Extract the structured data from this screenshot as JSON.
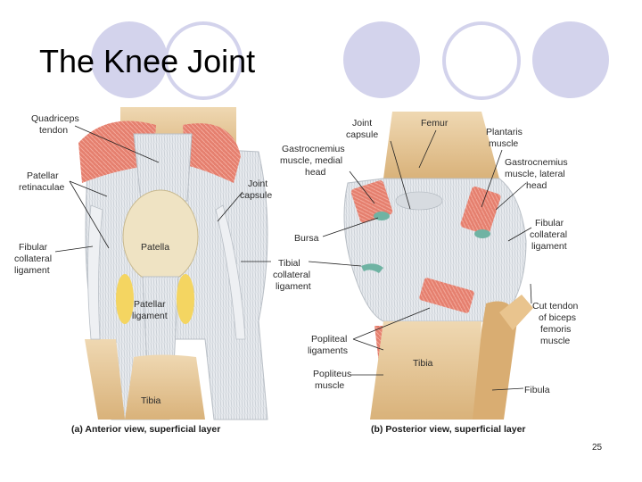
{
  "slide": {
    "title": "The Knee Joint",
    "page_number": "25"
  },
  "colors": {
    "circle_fill": "#d3d3ec",
    "ligament": "#e9ecef",
    "muscle": "#e57f6e",
    "bone": "#e6c99b",
    "fat": "#f4d561"
  },
  "anterior": {
    "caption": "(a) Anterior view, superficial layer",
    "labels": {
      "quadriceps_tendon": [
        "Quadriceps",
        "tendon"
      ],
      "patellar_retinaculae": [
        "Patellar",
        "retinaculae"
      ],
      "fibular_collateral": [
        "Fibular",
        "collateral",
        "ligament"
      ],
      "patella": "Patella",
      "patellar_ligament": [
        "Patellar",
        "ligament"
      ],
      "tibia": "Tibia",
      "joint_capsule": [
        "Joint",
        "capsule"
      ],
      "tibial_collateral": [
        "Tibial",
        "collateral",
        "ligament"
      ]
    }
  },
  "posterior": {
    "caption": "(b) Posterior view, superficial layer",
    "labels": {
      "joint_capsule": [
        "Joint",
        "capsule"
      ],
      "femur": "Femur",
      "plantaris": [
        "Plantaris",
        "muscle"
      ],
      "gastroc_medial": [
        "Gastrocnemius",
        "muscle, medial",
        "head"
      ],
      "gastroc_lateral": [
        "Gastrocnemius",
        "muscle, lateral",
        "head"
      ],
      "bursa": "Bursa",
      "fibular_collateral": [
        "Fibular",
        "collateral",
        "ligament"
      ],
      "cut_tendon": [
        "Cut tendon",
        "of biceps",
        "femoris",
        "muscle"
      ],
      "popliteal": [
        "Popliteal",
        "ligaments"
      ],
      "popliteus": [
        "Popliteus",
        "muscle"
      ],
      "tibia": "Tibia",
      "fibula": "Fibula"
    }
  }
}
